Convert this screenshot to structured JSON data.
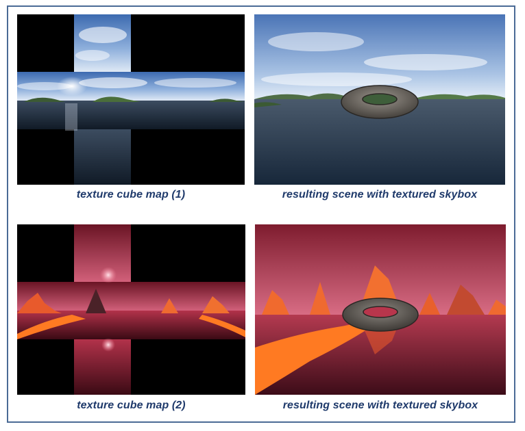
{
  "figure": {
    "captions": [
      "texture cube map (1)",
      "resulting scene with textured skybox",
      "texture cube map (2)",
      "resulting scene with textured skybox"
    ]
  },
  "colors": {
    "border": "#4a6a95",
    "caption": "#1f3a6b",
    "sky_blue": "#4f78b8",
    "water_dark": "#1a2a3c",
    "lava_orange": "#ff6a20",
    "red_sky": "#8a2232",
    "torus_stone": "#6a6560"
  }
}
